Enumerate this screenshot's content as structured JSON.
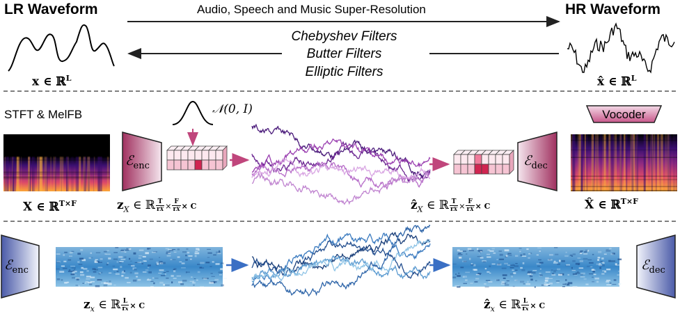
{
  "top": {
    "lr_title": "LR Waveform",
    "hr_title": "HR Waveform",
    "task": "Audio, Speech and Music Super-Resolution",
    "filters": [
      "Chebyshev Filters",
      "Butter Filters",
      "Elliptic Filters"
    ],
    "lr_math": "x ∈ ℝ",
    "lr_sup": "L",
    "hr_math": "x̂ ∈ ℝ",
    "hr_sup": "L"
  },
  "middle": {
    "stft_label": "STFT & MelFB",
    "vocoder_label": "Vocoder",
    "noise_label": "𝒩(0, I)",
    "enc_label": "ℰ",
    "enc_sub": "enc",
    "dec_label": "ℰ",
    "dec_sub": "dec",
    "X_math": "X ∈ ℝ",
    "X_sup": "T×F",
    "Xhat_math": "X̂ ∈ ℝ",
    "Xhat_sup": "T×F",
    "zX_math": "z",
    "zX_sub": "X",
    "zXhat_math": "ẑ",
    "zXhat_sub": "X",
    "frac_T": "T",
    "frac_F": "F",
    "frac_den": "r",
    "frac_den_sub": "X",
    "times_C": "× C"
  },
  "bottom": {
    "enc_label": "ℰ",
    "enc_sub": "enc",
    "dec_label": "ℰ",
    "dec_sub": "dec",
    "zx_math": "z",
    "zx_sub": "x",
    "zxhat_math": "ẑ",
    "zxhat_sub": "x",
    "frac_L": "L",
    "frac_den": "r",
    "frac_den_sub": "x",
    "times_C": "× C"
  },
  "colors": {
    "purple_dark": "#4a1a7a",
    "purple_mid": "#9a3fb0",
    "purple_light": "#d9a6e3",
    "blue_dark": "#1a3f7a",
    "blue_mid": "#3a7abf",
    "blue_light": "#8fc4e6",
    "arrow_pink": "#c0467c",
    "arrow_blue": "#3a6fc4"
  }
}
